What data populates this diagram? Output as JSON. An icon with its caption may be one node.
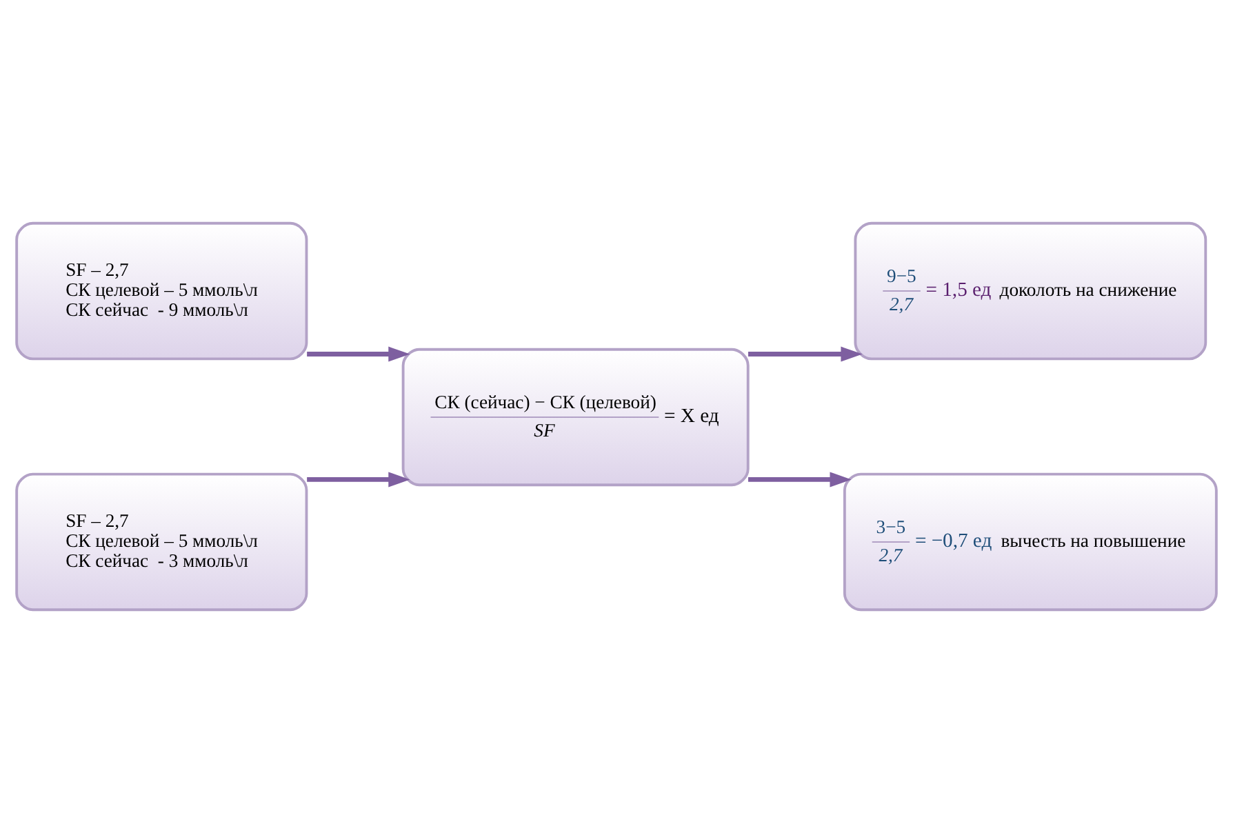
{
  "diagram": {
    "nodes": [
      {
        "text": [
          "SF – 2,7 СК целевой – 5 ммоль\\л СК сейчас  - 9 ммоль\\л"
        ]
      },
      {
        "text": [
          "SF – 2,7 СК целевой – 5 ммоль\\л СК сейчас  - 3 ммоль\\л"
        ]
      },
      {
        "text": [
          "СК (сейчас) − СК (целевой)",
          "SF",
          "= X ед"
        ]
      },
      {
        "text": [
          "9−5",
          "2,7",
          "= 1,5 ед",
          "доколоть на снижение"
        ]
      },
      {
        "text": [
          "3−5",
          "2,7",
          "= −0,7 ед",
          "вычесть на повышение"
        ]
      }
    ],
    "edges": [
      {
        "from": 0,
        "to": 2,
        "arrow": "to"
      },
      {
        "from": 1,
        "to": 2,
        "arrow": "to"
      },
      {
        "from": 2,
        "to": 3,
        "arrow": "to"
      },
      {
        "from": 2,
        "to": 4,
        "arrow": "to"
      }
    ]
  }
}
